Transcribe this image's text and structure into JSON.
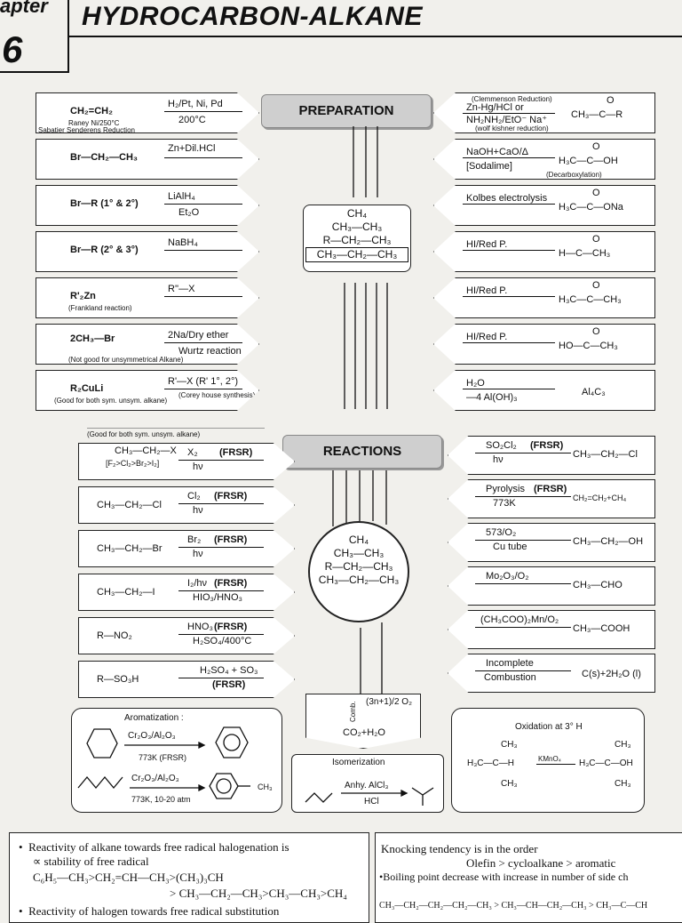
{
  "header": {
    "chapter": "apter",
    "number": "6",
    "title": "HYDROCARBON-ALKANE"
  },
  "preparation": {
    "label": "PREPARATION",
    "center": [
      "CH₄",
      "CH₃—CH₃",
      "R—CH₂—CH₃",
      "CH₃—CH₂—CH₃"
    ],
    "left": [
      {
        "reactant": "CH₂=CH₂",
        "reagent": "H₂/Pt, Ni, Pd",
        "below": "200°C",
        "note1": "Raney Ni/250°C",
        "note2": "Sabatier Senderens Reduction"
      },
      {
        "reactant": "Br—CH₂—CH₃",
        "reagent": "Zn+Dil.HCl",
        "below": "",
        "note1": "",
        "note2": ""
      },
      {
        "reactant": "Br—R (1° & 2°)",
        "reagent": "LiAlH₄",
        "below": "Et₂O",
        "note1": "",
        "note2": ""
      },
      {
        "reactant": "Br—R (2° & 3°)",
        "reagent": "NaBH₄",
        "below": "",
        "note1": "",
        "note2": ""
      },
      {
        "reactant": "R'₂Zn",
        "reagent": "R''—X",
        "below": "",
        "note1": "(Frankland reaction)",
        "note2": ""
      },
      {
        "reactant": "2CH₃—Br",
        "reagent": "2Na/Dry ether",
        "below": "Wurtz reaction",
        "note1": "(Not good for unsymmetrical Alkane)",
        "note2": ""
      },
      {
        "reactant": "R₂CuLi",
        "reagent": "R'—X (R' 1°, 2°)",
        "below": "(Corey house synthesis)",
        "note1": "(Good for both sym. unsym. alkane)",
        "note2": ""
      }
    ],
    "right": [
      {
        "reagent": "Zn-Hg/HCl or",
        "below": "NH₂NH₂/EtO⁻ Na⁺",
        "top": "(Clemmenson Reduction)",
        "note": "(wolf kishner reduction)",
        "product": "CH₃—C—R",
        "extra": "O"
      },
      {
        "reagent": "NaOH+CaO/Δ",
        "below": "[Sodalime]",
        "top": "",
        "note": "(Decarboxylation)",
        "product": "H₃C—C—OH",
        "extra": "O"
      },
      {
        "reagent": "Kolbes electrolysis",
        "below": "",
        "top": "",
        "note": "",
        "product": "H₃C—C—ONa",
        "extra": "O"
      },
      {
        "reagent": "HI/Red P.",
        "below": "",
        "top": "",
        "note": "",
        "product": "H—C—CH₃",
        "extra": "O"
      },
      {
        "reagent": "HI/Red P.",
        "below": "",
        "top": "",
        "note": "",
        "product": "H₃C—C—CH₃",
        "extra": "O"
      },
      {
        "reagent": "HI/Red P.",
        "below": "",
        "top": "",
        "note": "",
        "product": "HO—C—CH₃",
        "extra": "O"
      },
      {
        "reagent": "H₂O",
        "below": "—4 Al(OH)₃",
        "top": "",
        "note": "",
        "product": "Al₄C₃",
        "extra": ""
      }
    ],
    "overlap_note": "(Good for both sym. unsym. alkane)"
  },
  "reactions": {
    "label": "REACTIONS",
    "center": [
      "CH₄",
      "CH₃—CH₃",
      "R—CH₂—CH₃",
      "CH₃—CH₂—CH₃"
    ],
    "left": [
      {
        "product": "CH₃—CH₂—X",
        "reagent": "X₂",
        "tag": "(FRSR)",
        "below": "hν",
        "note": "[F₂>Cl₂>Br₂>I₂]"
      },
      {
        "product": "CH₃—CH₂—Cl",
        "reagent": "Cl₂",
        "tag": "(FRSR)",
        "below": "hν",
        "note": ""
      },
      {
        "product": "CH₃—CH₂—Br",
        "reagent": "Br₂",
        "tag": "(FRSR)",
        "below": "hν",
        "note": ""
      },
      {
        "product": "CH₃—CH₂—I",
        "reagent": "I₂/hν",
        "tag": "(FRSR)",
        "below": "HIO₃/HNO₃",
        "note": ""
      },
      {
        "product": "R—NO₂",
        "reagent": "HNO₃",
        "tag": "(FRSR)",
        "below": "H₂SO₄/400°C",
        "note": ""
      },
      {
        "product": "R—SO₃H",
        "reagent": "H₂SO₄ + SO₃",
        "tag": "",
        "below": "(FRSR)",
        "note": ""
      }
    ],
    "right": [
      {
        "reagent": "SO₂Cl₂",
        "tag": "(FRSR)",
        "below": "hν",
        "product": "CH₃—CH₂—Cl"
      },
      {
        "reagent": "Pyrolysis",
        "tag": "(FRSR)",
        "below": "773K",
        "product": "CH₂=CH₂+CH₄"
      },
      {
        "reagent": "573/O₂",
        "tag": "",
        "below": "Cu tube",
        "product": "CH₃—CH₂—OH"
      },
      {
        "reagent": "Mo₂O₃/O₂",
        "tag": "",
        "below": "",
        "product": "CH₃—CHO"
      },
      {
        "reagent": "(CH₃COO)₂Mn/O₂",
        "tag": "",
        "below": "",
        "product": "CH₃—COOH"
      },
      {
        "reagent": "Incomplete",
        "tag": "",
        "below": "Combustion",
        "product": "C(s)+2H₂O (l)"
      }
    ],
    "combustion": {
      "side": "Comb.",
      "reagent": "(3n+1)/2 O₂",
      "product": "CO₂+H₂O"
    },
    "aromatization": {
      "title": "Aromatization :",
      "r1": "Cr₂O₃/Al₂O₃",
      "c1": "773K (FRSR)",
      "r2": "Cr₂O₃/Al₂O₃",
      "c2": "773K, 10-20 atm",
      "p2": "CH₃"
    },
    "isomerization": {
      "title": "Isomerization",
      "reagent": "Anhy. AlCl₃",
      "below": "HCl"
    },
    "oxidation": {
      "title": "Oxidation at 3° H",
      "reagent": "KMnO₄",
      "left_main": "H₃C—C—H",
      "right_main": "H₃C—C—OH",
      "top": "CH₃",
      "bottom": "CH₃"
    }
  },
  "notes": {
    "left": [
      "Reactivity of alkane towards free radical halogenation is",
      "∝ stability of free radical",
      "C₆H₅—CH₃>CH₂=CH—CH₃>(CH₃)₃CH",
      "> CH₃—CH₂—CH₃>CH₃—CH₃>CH₄",
      "Reactivity of halogen towards free radical substitution"
    ],
    "right": [
      "Knocking tendency is in the order",
      "Olefin > cycloalkane > aromatic",
      "•Boiling point decrease with increase in number of side ch",
      "CH₃—CH₂—CH₂—CH₂—CH₃ > CH₃—CH—CH₂—CH₃ > CH₃—C—CH"
    ]
  }
}
